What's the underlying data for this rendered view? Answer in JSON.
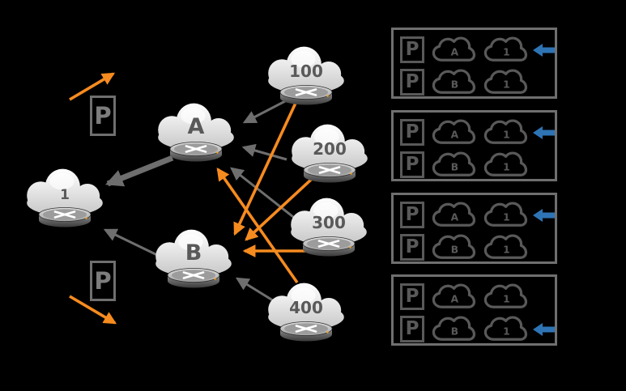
{
  "colors": {
    "background": "#000000",
    "orange": "#f68b1f",
    "blue": "#2e74b5",
    "arrowgray": "#6e6e6e",
    "outlinegray": "#595959",
    "pgray": "#7d7d7d"
  },
  "nodes": {
    "site1": {
      "label": "1"
    },
    "routerA": {
      "label": "A"
    },
    "routerB": {
      "label": "B"
    },
    "net100": {
      "label": "100"
    },
    "net200": {
      "label": "200"
    },
    "net300": {
      "label": "300"
    },
    "net400": {
      "label": "400"
    }
  },
  "p_markers": {
    "top": "P",
    "bottom": "P"
  },
  "legend": {
    "boxes": [
      {
        "rows": [
          {
            "p": "P",
            "via": "A",
            "dest": "1",
            "preferred": true
          },
          {
            "p": "P",
            "via": "B",
            "dest": "1",
            "preferred": false
          }
        ]
      },
      {
        "rows": [
          {
            "p": "P",
            "via": "A",
            "dest": "1",
            "preferred": true
          },
          {
            "p": "P",
            "via": "B",
            "dest": "1",
            "preferred": false
          }
        ]
      },
      {
        "rows": [
          {
            "p": "P",
            "via": "A",
            "dest": "1",
            "preferred": true
          },
          {
            "p": "P",
            "via": "B",
            "dest": "1",
            "preferred": false
          }
        ]
      },
      {
        "rows": [
          {
            "p": "P",
            "via": "A",
            "dest": "1",
            "preferred": false
          },
          {
            "p": "P",
            "via": "B",
            "dest": "1",
            "preferred": true
          }
        ]
      }
    ]
  }
}
